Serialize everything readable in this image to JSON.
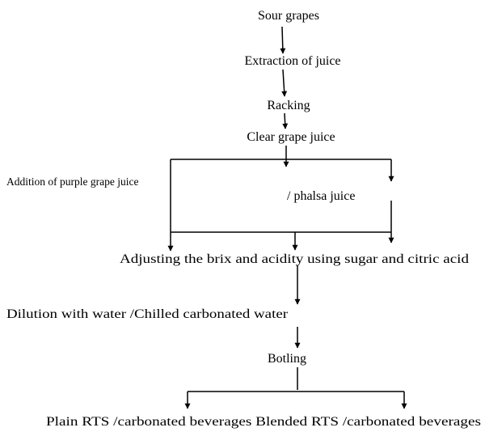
{
  "steps": {
    "sour_grapes": "Sour grapes",
    "extraction": "Extraction of juice",
    "racking": "Racking",
    "clear_juice": "Clear grape juice",
    "addition": "Addition of purple grape juice",
    "phalsa": "/ phalsa juice",
    "adjusting": "Adjusting the brix and acidity using sugar and citric acid",
    "dilution": "Dilution with water /Chilled carbonated water",
    "botling": "Botling",
    "outputs": "Plain RTS /carbonated beverages Blended RTS /carbonated beverages"
  }
}
